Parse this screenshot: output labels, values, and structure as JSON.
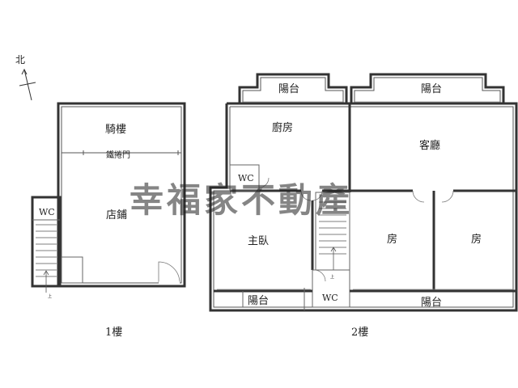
{
  "compass": {
    "label": "北"
  },
  "watermark": {
    "text": "幸福家不動產"
  },
  "floor1": {
    "caption": "1樓",
    "rooms": {
      "arcade": "騎樓",
      "gate": "鐵捲門",
      "shop": "店鋪",
      "wc": "WC"
    },
    "stair_mark": "上"
  },
  "floor2": {
    "caption": "2樓",
    "rooms": {
      "balcony_top_left": "陽台",
      "balcony_top_right": "陽台",
      "kitchen": "廚房",
      "living": "客廳",
      "wc_upper": "WC",
      "master": "主臥",
      "room_a": "房",
      "room_b": "房",
      "balcony_bottom_left": "陽台",
      "wc_lower": "WC",
      "balcony_bottom_right": "陽台"
    },
    "stair_mark": "上"
  }
}
